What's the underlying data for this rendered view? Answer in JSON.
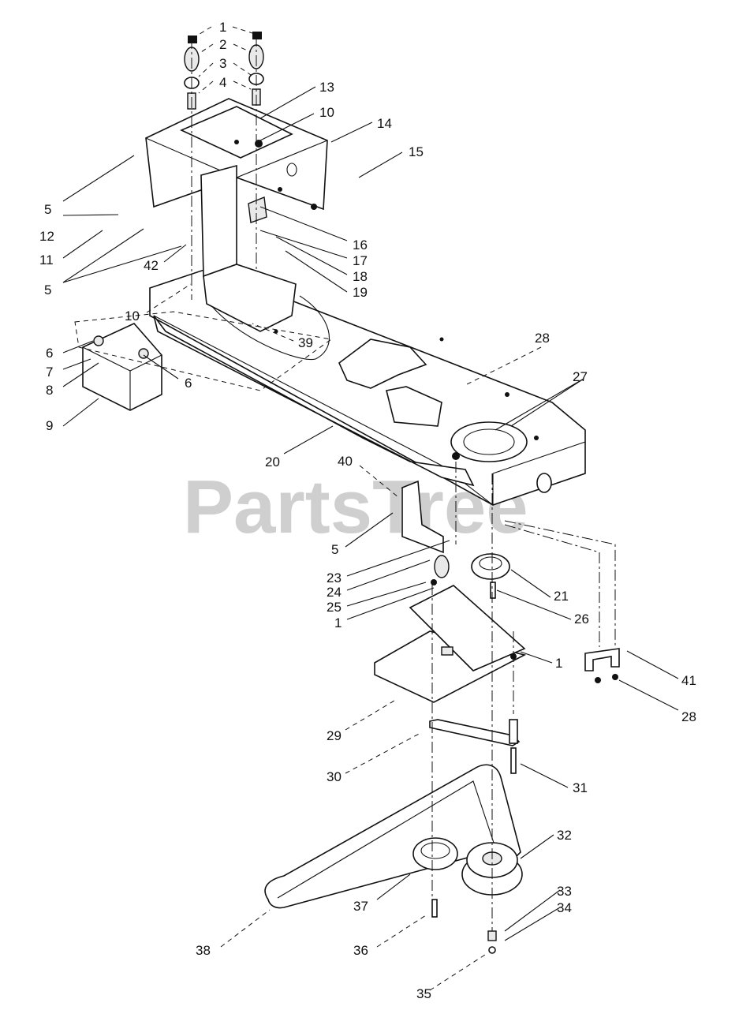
{
  "watermark": "PartsTree",
  "callouts": [
    "1",
    "2",
    "3",
    "4",
    "13",
    "10",
    "14",
    "15",
    "5",
    "12",
    "11",
    "16",
    "17",
    "18",
    "5",
    "42",
    "19",
    "10",
    "39",
    "6",
    "7",
    "8",
    "6",
    "9",
    "28",
    "27",
    "20",
    "40",
    "5",
    "23",
    "24",
    "25",
    "1",
    "21",
    "26",
    "1",
    "41",
    "28",
    "29",
    "30",
    "31",
    "32",
    "33",
    "34",
    "37",
    "38",
    "36",
    "35"
  ]
}
